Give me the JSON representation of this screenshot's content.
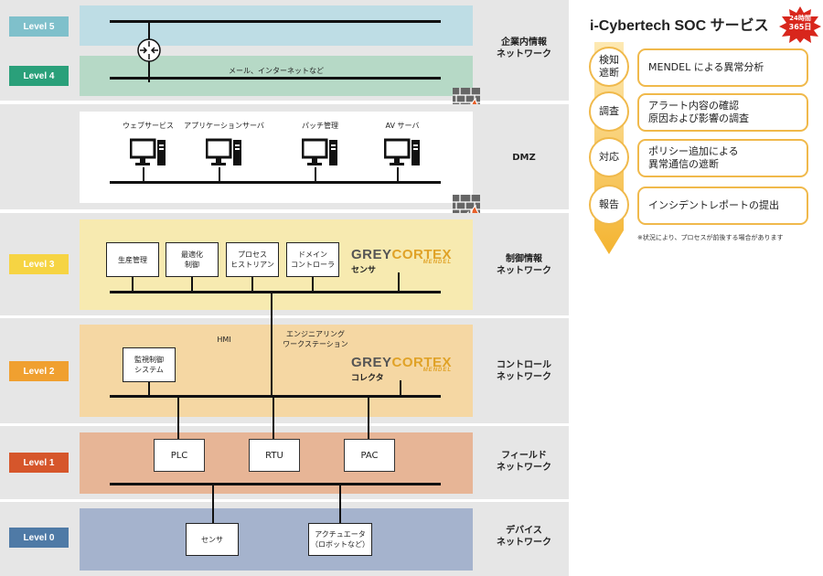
{
  "levels": [
    {
      "label": "Level 5",
      "color": "#7fc0cb"
    },
    {
      "label": "Level 4",
      "color": "#2aa07a"
    },
    {
      "label": "Level 3",
      "color": "#f6d443"
    },
    {
      "label": "Level 2",
      "color": "#f0a030"
    },
    {
      "label": "Level 1",
      "color": "#d6562b"
    },
    {
      "label": "Level 0",
      "color": "#4f7aa6"
    }
  ],
  "networks": {
    "corporate": "企業内情報\nネットワーク",
    "dmz": "DMZ",
    "control_info": "制御情報\nネットワーク",
    "control": "コントロール\nネットワーク",
    "field": "フィールド\nネットワーク",
    "device": "デバイス\nネットワーク"
  },
  "corporate_line_label": "メール、インターネットなど",
  "dmz_servers": [
    "ウェブサービス",
    "アプリケーションサーバ",
    "パッチ管理",
    "AV サーバ"
  ],
  "level3_boxes": [
    "生産管理",
    "最適化\n制御",
    "プロセス\nヒストリアン",
    "ドメイン\nコントローラ"
  ],
  "greycortex": {
    "grey": "GREY",
    "cortex": "CORTEX",
    "mendel": "MENDEL",
    "sensor": "センサ",
    "collector": "コレクタ"
  },
  "level2": {
    "scada": "監視制御\nシステム",
    "hmi": "HMI",
    "ews": "エンジニアリング\nワークステーション"
  },
  "level1_boxes": [
    "PLC",
    "RTU",
    "PAC"
  ],
  "level0_boxes": [
    "センサ",
    "アクチュエータ\n（ロボットなど）"
  ],
  "soc": {
    "title": "i-Cybertech SOC サービス",
    "badge_line1": "24時間",
    "badge_line2": "365日",
    "accent": "#f0b94b",
    "steps": [
      {
        "label": "検知\n遮断",
        "text": "MENDEL による異常分析"
      },
      {
        "label": "調査",
        "text": "アラート内容の確認\n原因および影響の調査"
      },
      {
        "label": "対応",
        "text": "ポリシー追加による\n異常通信の遮断"
      },
      {
        "label": "報告",
        "text": "インシデントレポートの提出"
      }
    ],
    "note": "※状況により、プロセスが前後する場合があります"
  },
  "icons": [
    "router-icon",
    "firewall-icon",
    "computer-icon"
  ]
}
